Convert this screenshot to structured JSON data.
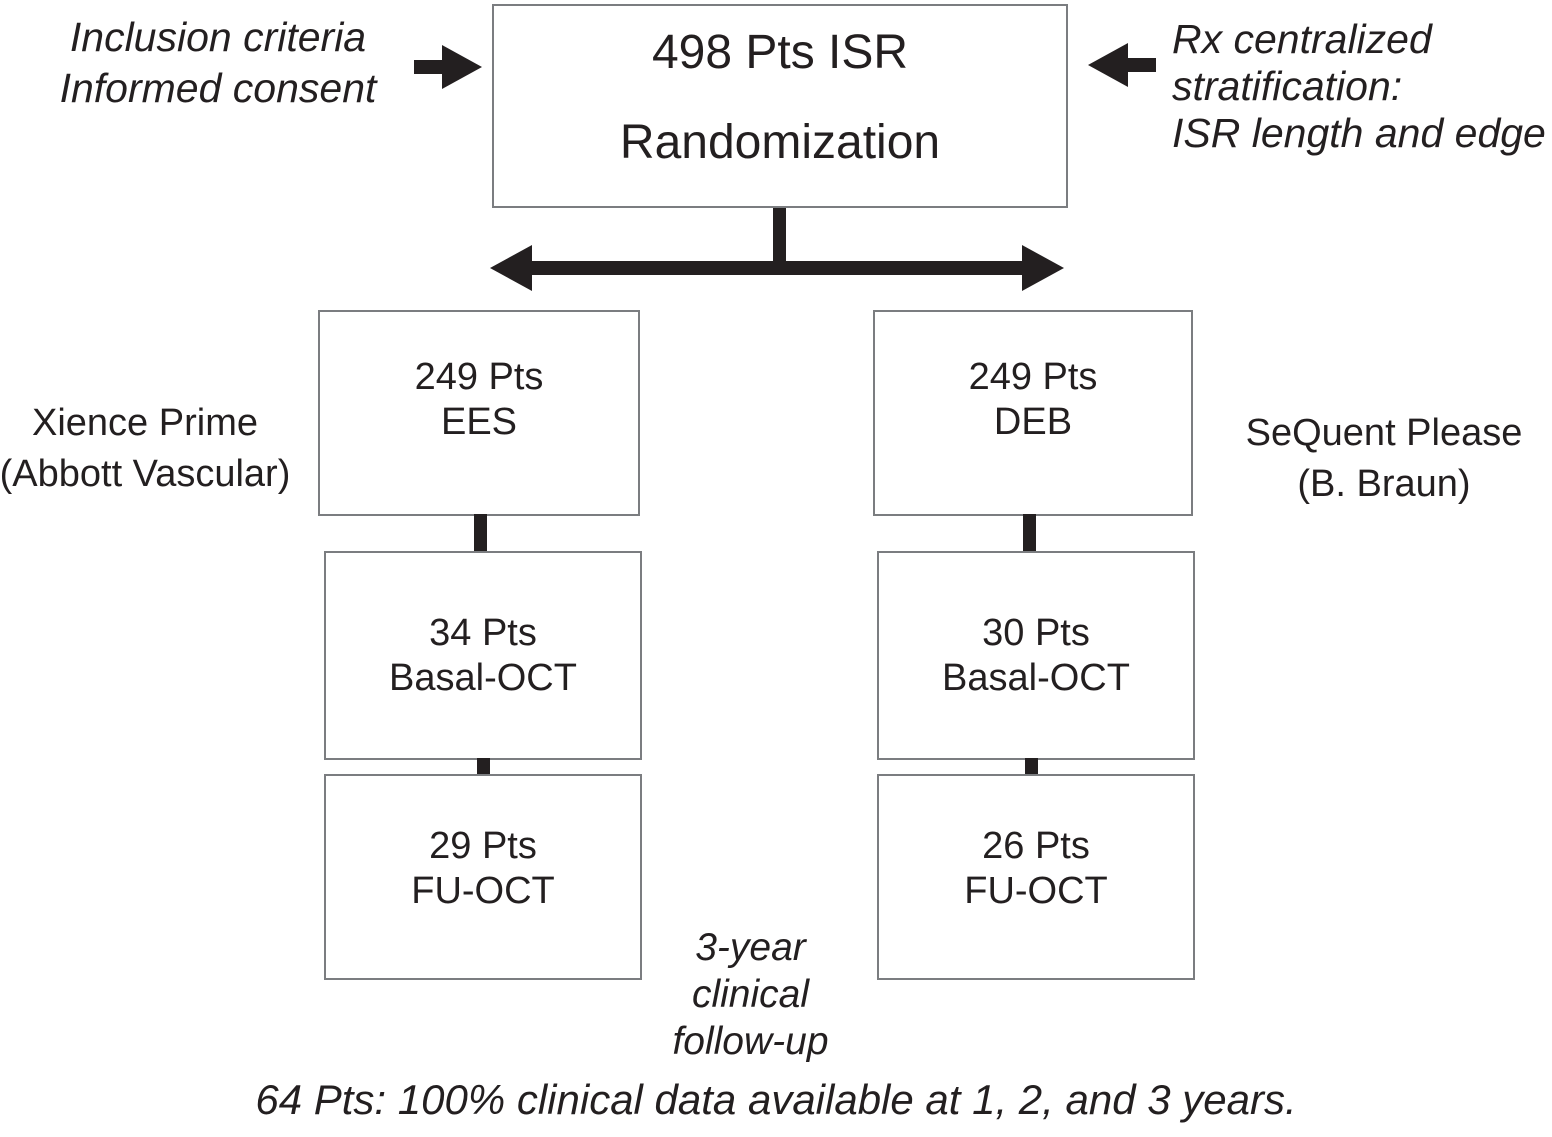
{
  "diagram": {
    "title_box": {
      "line1": "498 Pts ISR",
      "line2": "Randomization"
    },
    "left_annotation": {
      "line1": "Inclusion criteria",
      "line2": "Informed consent"
    },
    "right_annotation": {
      "line1": "Rx centralized",
      "line2": "stratification:",
      "line3": "ISR length and edge"
    },
    "left_branch": {
      "side_label": {
        "line1": "Xience Prime",
        "line2": "(Abbott Vascular)"
      },
      "arm_box": {
        "line1": "249 Pts",
        "line2": "EES"
      },
      "basal_box": {
        "line1": "34 Pts",
        "line2": "Basal-OCT"
      },
      "fu_box": {
        "line1": "29 Pts",
        "line2": "FU-OCT"
      }
    },
    "right_branch": {
      "side_label": {
        "line1": "SeQuent Please",
        "line2": "(B. Braun)"
      },
      "arm_box": {
        "line1": "249 Pts",
        "line2": "DEB"
      },
      "basal_box": {
        "line1": "30 Pts",
        "line2": "Basal-OCT"
      },
      "fu_box": {
        "line1": "26 Pts",
        "line2": "FU-OCT"
      }
    },
    "followup_note": {
      "line1": "3-year",
      "line2": "clinical",
      "line3": "follow-up"
    },
    "bottom_note": "64 Pts: 100% clinical data available at 1, 2, and 3 years.",
    "icons": {
      "inclusion_arrow": "right-block-arrow",
      "stratification_arrow": "left-block-arrow",
      "randomization_split": "double-headed-horizontal-arrow"
    },
    "colors": {
      "text": "#231f20",
      "border": "#7b7d80",
      "arrow": "#231f20",
      "bg": "#ffffff"
    }
  }
}
